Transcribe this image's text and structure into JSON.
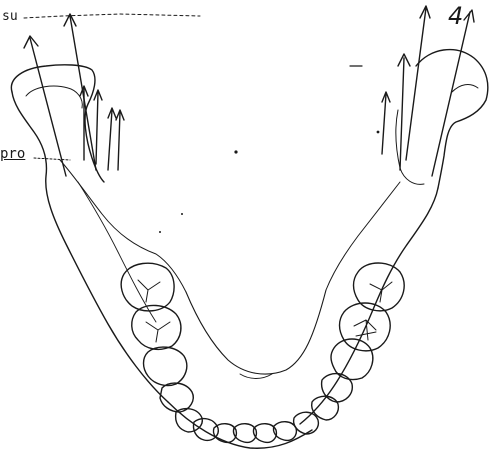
{
  "labels": {
    "su": "su",
    "pro": "pro",
    "four": "4"
  },
  "colors": {
    "ink": "#1a1a1a",
    "paper": "#ffffff"
  }
}
